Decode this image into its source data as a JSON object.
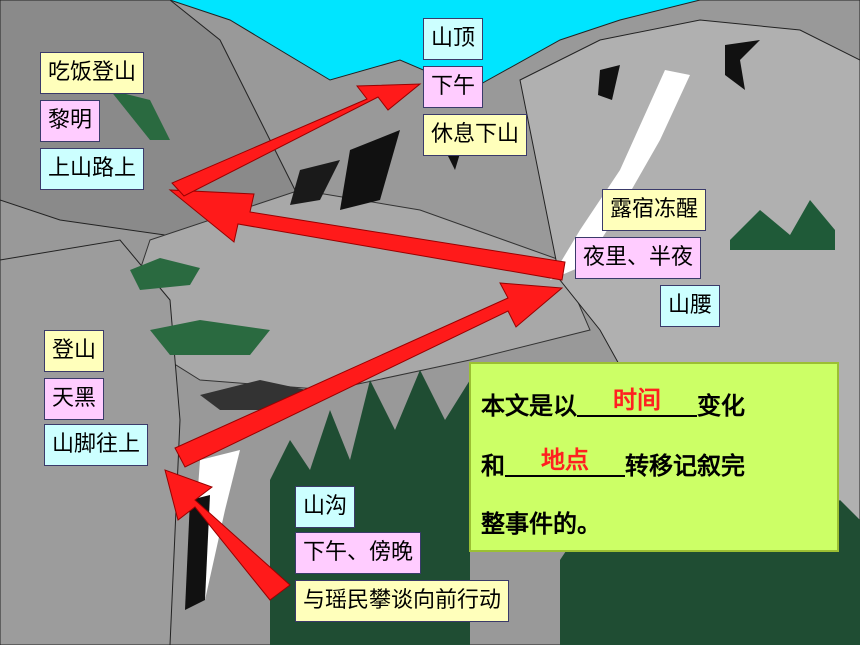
{
  "labels": {
    "group_top_left": [
      "吃饭登山",
      "黎明",
      "上山路上"
    ],
    "group_summit": [
      "山顶",
      "下午",
      "休息下山"
    ],
    "group_mid_right": [
      "露宿冻醒",
      "夜里、半夜",
      "山腰"
    ],
    "group_left": [
      "登山",
      "天黑",
      "山脚往上"
    ],
    "group_bottom": [
      "山沟",
      "下午、傍晚",
      "与瑶民攀谈向前行动"
    ]
  },
  "summary": {
    "line1_prefix": "本文是以",
    "blank1": "时间",
    "line1_suffix": "变化",
    "line2_prefix": "和",
    "blank2": "地点",
    "line2_suffix": "转移记叙完",
    "line3": "整事件的。"
  },
  "colors": {
    "sky": "#00e5ff",
    "arrow": "#ff1a1a",
    "summary_bg": "#ccff66",
    "blank_text": "#ff2020"
  }
}
